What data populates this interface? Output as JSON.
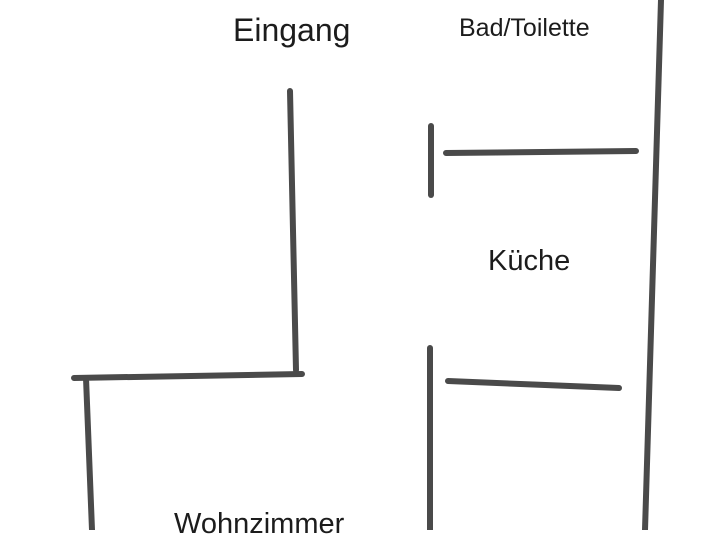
{
  "rooms": {
    "entrance": "Eingang",
    "bathroom": "Bad/Toilette",
    "kitchen": "Küche",
    "living_room": "Wohnzimmer"
  },
  "colors": {
    "wall": "#4a4a4a",
    "text": "#1c1c1c",
    "background": "#ffffff"
  }
}
